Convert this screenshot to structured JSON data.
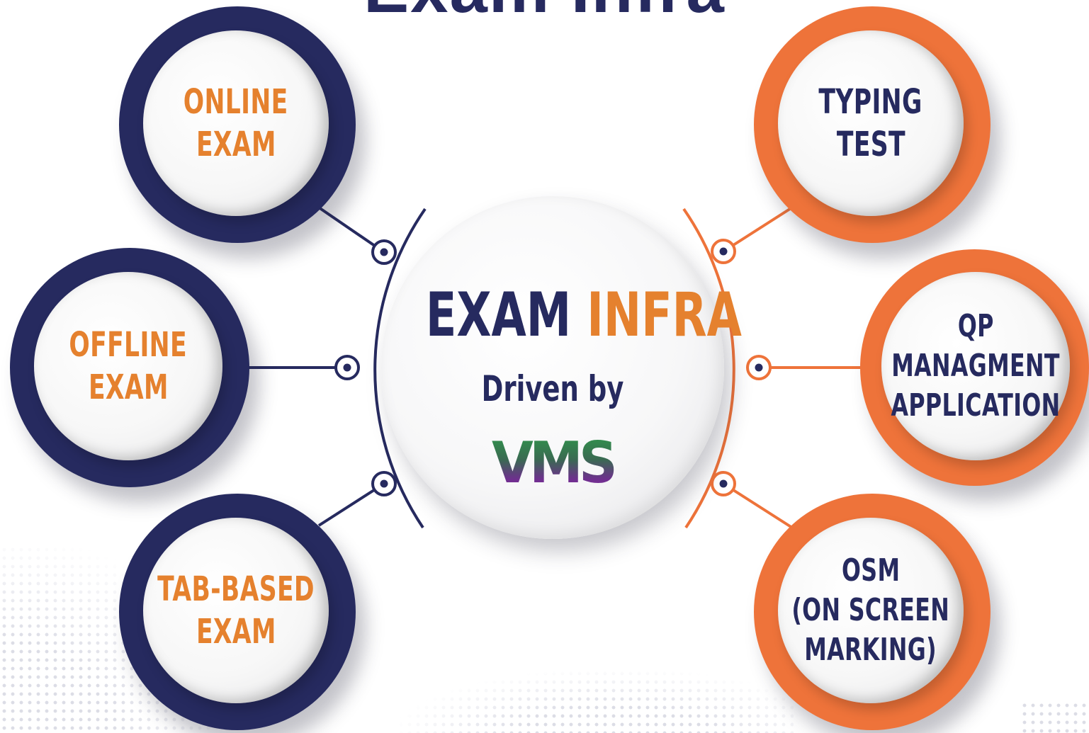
{
  "heading_fragment": "Exam Infra",
  "center": {
    "title_part1": "EXAM",
    "title_part2": "INFRA",
    "subtitle": "Driven by",
    "logo": "VMS"
  },
  "left_nodes": [
    {
      "line1": "ONLINE",
      "line2": "EXAM"
    },
    {
      "line1": "OFFLINE",
      "line2": "EXAM"
    },
    {
      "line1": "TAB-BASED",
      "line2": "EXAM"
    }
  ],
  "right_nodes": [
    {
      "line1": "TYPING",
      "line2": "TEST"
    },
    {
      "line1": "QP",
      "line2": "MANAGMENT",
      "line3": "APPLICATION"
    },
    {
      "line1": "OSM",
      "line2": "(ON SCREEN",
      "line3": "MARKING)"
    }
  ],
  "colors": {
    "navy": "#262a5f",
    "orange": "#ee733a",
    "orange_text": "#e5812e"
  }
}
